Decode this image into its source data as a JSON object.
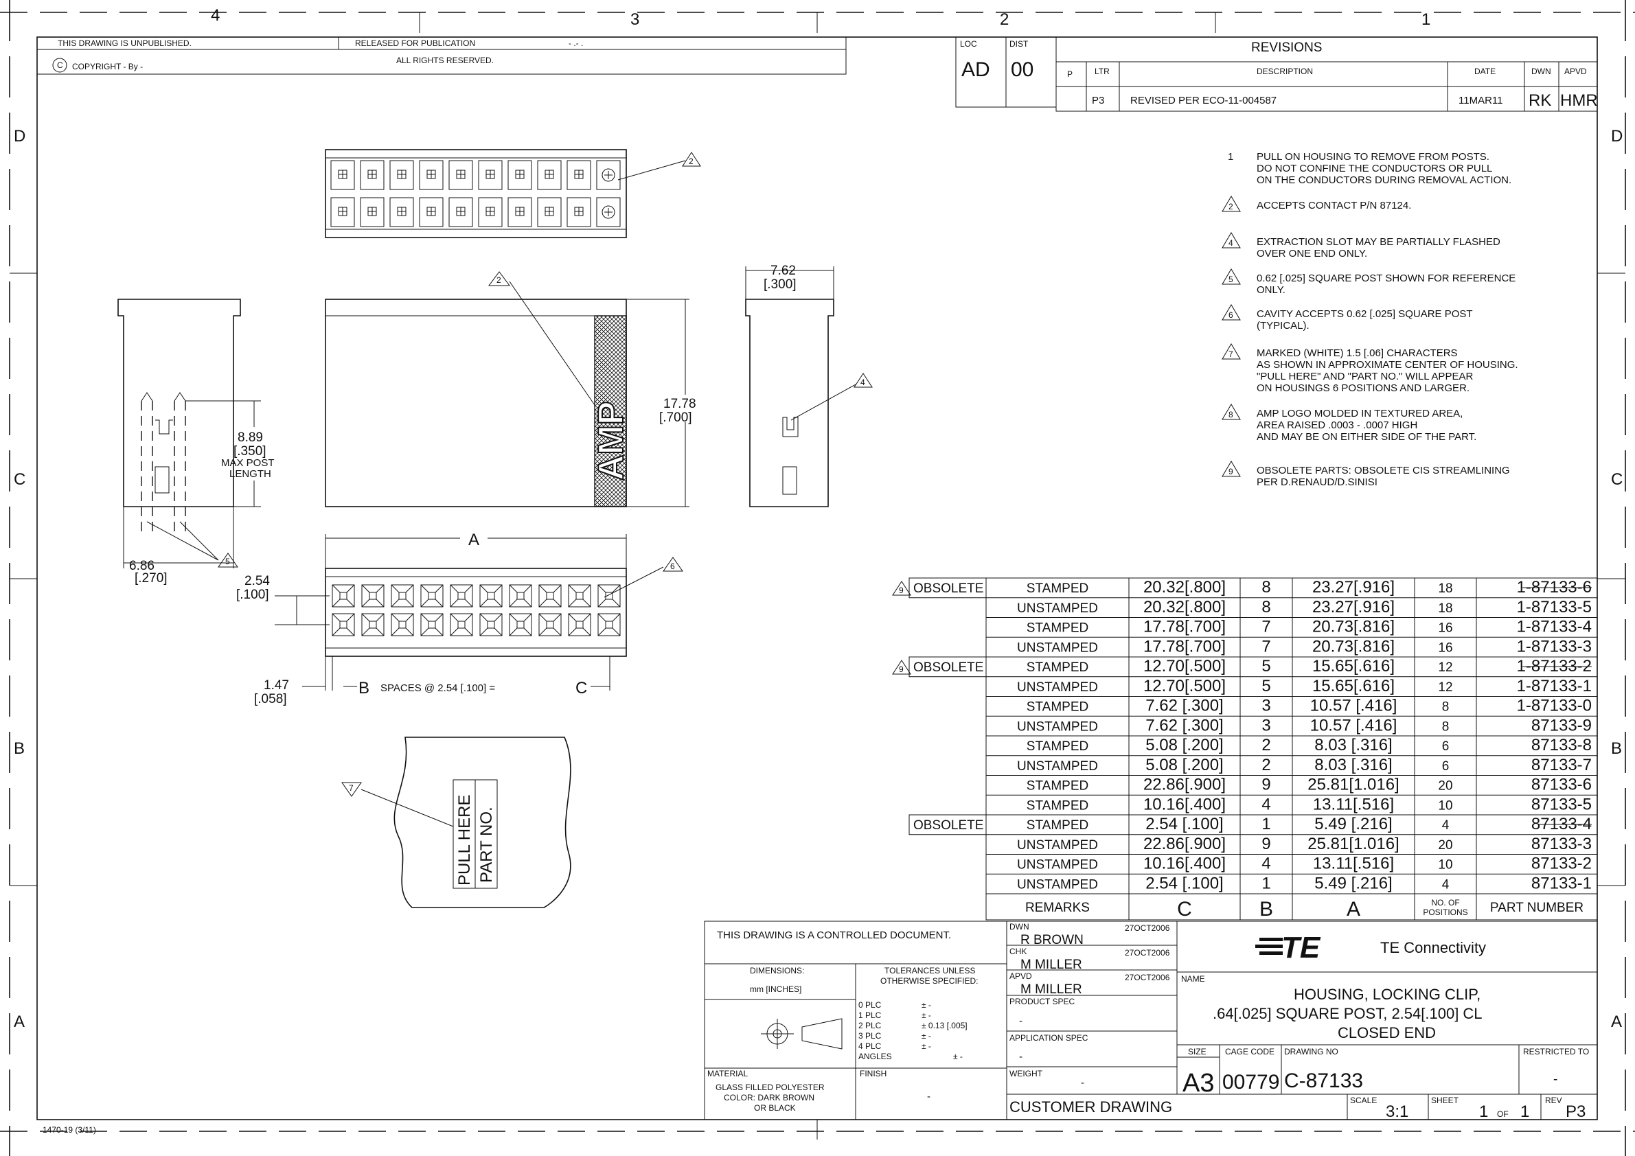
{
  "zones": {
    "top": [
      "4",
      "3",
      "2",
      "1"
    ],
    "side": [
      "D",
      "C",
      "B",
      "A"
    ]
  },
  "header": {
    "unpublished": "THIS DRAWING IS UNPUBLISHED.",
    "released": "RELEASED FOR PUBLICATION",
    "released_date": "- .-  .",
    "copyright": "COPYRIGHT  -    By  -",
    "rights": "ALL RIGHTS RESERVED.",
    "copyright_symbol": "C"
  },
  "loc_dist": {
    "loc_label": "LOC",
    "loc": "AD",
    "dist_label": "DIST",
    "dist": "00"
  },
  "revisions": {
    "title": "REVISIONS",
    "p": "P",
    "headers": {
      "ltr": "LTR",
      "desc": "DESCRIPTION",
      "date": "DATE",
      "dwn": "DWN",
      "apvd": "APVD"
    },
    "rows": [
      {
        "ltr": "P3",
        "desc": "REVISED PER ECO-11-004587",
        "date": "11MAR11",
        "dwn": "RK",
        "apvd": "HMR"
      }
    ]
  },
  "notes": [
    {
      "num": "1",
      "flag": false,
      "lines": [
        "PULL ON HOUSING TO REMOVE FROM POSTS.",
        "DO NOT CONFINE THE CONDUCTORS OR PULL",
        "ON THE CONDUCTORS DURING REMOVAL ACTION."
      ]
    },
    {
      "num": "2",
      "flag": true,
      "lines": [
        "ACCEPTS CONTACT P/N 87124."
      ]
    },
    {
      "num": "4",
      "flag": true,
      "lines": [
        "EXTRACTION SLOT MAY BE PARTIALLY FLASHED",
        "OVER ONE END ONLY."
      ]
    },
    {
      "num": "5",
      "flag": true,
      "lines": [
        "0.62 [.025] SQUARE POST SHOWN FOR REFERENCE",
        "ONLY."
      ]
    },
    {
      "num": "6",
      "flag": true,
      "lines": [
        "CAVITY ACCEPTS 0.62 [.025] SQUARE POST",
        "(TYPICAL)."
      ]
    },
    {
      "num": "7",
      "flag": true,
      "lines": [
        "MARKED (WHITE) 1.5 [.06] CHARACTERS",
        "AS SHOWN IN APPROXIMATE CENTER OF HOUSING.",
        "\"PULL HERE\" AND \"PART NO.\" WILL APPEAR",
        "ON HOUSINGS 6 POSITIONS AND LARGER."
      ]
    },
    {
      "num": "8",
      "flag": true,
      "lines": [
        "AMP LOGO MOLDED IN TEXTURED AREA,",
        "AREA RAISED .0003 - .0007 HIGH",
        "AND MAY BE ON EITHER SIDE OF THE PART."
      ]
    },
    {
      "num": "9",
      "flag": true,
      "lines": [
        "OBSOLETE PARTS: OBSOLETE CIS STREAMLINING",
        "PER D.RENAUD/D.SINISI"
      ]
    }
  ],
  "dims": {
    "w762": "7.62",
    "w762in": "[.300]",
    "h1778": "17.78",
    "h1778in": "[.700]",
    "h889": "8.89",
    "h889in": "[.350]",
    "maxpost": "MAX POST",
    "length": "LENGTH",
    "w686": "6.86",
    "w686in": "[.270]",
    "p254": "2.54",
    "p254in": "[.100]",
    "w147": "1.47",
    "w147in": "[.058]",
    "a": "A",
    "spaces_b": "B",
    "spaces_text": "SPACES  @  2.54  [.100]  =",
    "spaces_c": "C",
    "amp": "AMP",
    "pull_here": "PULL HERE",
    "part_no": "PART NO."
  },
  "flags": {
    "two": "2",
    "four": "4",
    "five": "5",
    "six": "6",
    "seven": "7"
  },
  "table": {
    "obsolete_label": "OBSOLETE",
    "rows": [
      {
        "remark": "STAMPED",
        "c": "20.32[.800]",
        "b": "8",
        "a": "23.27[.916]",
        "pos": "18",
        "pn": "1-87133-6",
        "obs": "9",
        "strike": true
      },
      {
        "remark": "UNSTAMPED",
        "c": "20.32[.800]",
        "b": "8",
        "a": "23.27[.916]",
        "pos": "18",
        "pn": "1-87133-5",
        "obs": "",
        "strike": false
      },
      {
        "remark": "STAMPED",
        "c": "17.78[.700]",
        "b": "7",
        "a": "20.73[.816]",
        "pos": "16",
        "pn": "1-87133-4",
        "obs": "",
        "strike": false
      },
      {
        "remark": "UNSTAMPED",
        "c": "17.78[.700]",
        "b": "7",
        "a": "20.73[.816]",
        "pos": "16",
        "pn": "1-87133-3",
        "obs": "",
        "strike": false
      },
      {
        "remark": "STAMPED",
        "c": "12.70[.500]",
        "b": "5",
        "a": "15.65[.616]",
        "pos": "12",
        "pn": "1-87133-2",
        "obs": "9",
        "strike": true
      },
      {
        "remark": "UNSTAMPED",
        "c": "12.70[.500]",
        "b": "5",
        "a": "15.65[.616]",
        "pos": "12",
        "pn": "1-87133-1",
        "obs": "",
        "strike": false
      },
      {
        "remark": "STAMPED",
        "c": "7.62 [.300]",
        "b": "3",
        "a": "10.57 [.416]",
        "pos": "8",
        "pn": "1-87133-0",
        "obs": "",
        "strike": false
      },
      {
        "remark": "UNSTAMPED",
        "c": "7.62 [.300]",
        "b": "3",
        "a": "10.57 [.416]",
        "pos": "8",
        "pn": "87133-9",
        "obs": "",
        "strike": false
      },
      {
        "remark": "STAMPED",
        "c": "5.08 [.200]",
        "b": "2",
        "a": "8.03 [.316]",
        "pos": "6",
        "pn": "87133-8",
        "obs": "",
        "strike": false
      },
      {
        "remark": "UNSTAMPED",
        "c": "5.08 [.200]",
        "b": "2",
        "a": "8.03 [.316]",
        "pos": "6",
        "pn": "87133-7",
        "obs": "",
        "strike": false
      },
      {
        "remark": "STAMPED",
        "c": "22.86[.900]",
        "b": "9",
        "a": "25.81[1.016]",
        "pos": "20",
        "pn": "87133-6",
        "obs": "",
        "strike": false
      },
      {
        "remark": "STAMPED",
        "c": "10.16[.400]",
        "b": "4",
        "a": "13.11[.516]",
        "pos": "10",
        "pn": "87133-5",
        "obs": "",
        "strike": false
      },
      {
        "remark": "STAMPED",
        "c": "2.54 [.100]",
        "b": "1",
        "a": "5.49 [.216]",
        "pos": "4",
        "pn": "87133-4",
        "obs": "plain",
        "strike": true
      },
      {
        "remark": "UNSTAMPED",
        "c": "22.86[.900]",
        "b": "9",
        "a": "25.81[1.016]",
        "pos": "20",
        "pn": "87133-3",
        "obs": "",
        "strike": false
      },
      {
        "remark": "UNSTAMPED",
        "c": "10.16[.400]",
        "b": "4",
        "a": "13.11[.516]",
        "pos": "10",
        "pn": "87133-2",
        "obs": "",
        "strike": false
      },
      {
        "remark": "UNSTAMPED",
        "c": "2.54 [.100]",
        "b": "1",
        "a": "5.49 [.216]",
        "pos": "4",
        "pn": "87133-1",
        "obs": "",
        "strike": false
      }
    ],
    "footer": {
      "remarks": "REMARKS",
      "c": "C",
      "b": "B",
      "a": "A",
      "pos1": "NO. OF",
      "pos2": "POSITIONS",
      "pn": "PART NUMBER"
    }
  },
  "title_block": {
    "controlled": "THIS DRAWING IS A CONTROLLED DOCUMENT.",
    "dimensions": "DIMENSIONS:",
    "units": "mm [INCHES]",
    "tol_1": "TOLERANCES UNLESS",
    "tol_2": "OTHERWISE SPECIFIED:",
    "tolerances": [
      {
        "k": "0  PLC",
        "v": "± -"
      },
      {
        "k": "1  PLC",
        "v": "± -"
      },
      {
        "k": "2  PLC",
        "v": "± 0.13  [.005]"
      },
      {
        "k": "3  PLC",
        "v": "± -"
      },
      {
        "k": "4  PLC",
        "v": "± -"
      },
      {
        "k": "ANGLES",
        "v": "± -"
      }
    ],
    "material_label": "MATERIAL",
    "material": [
      "GLASS FILLED POLYESTER",
      "COLOR: DARK BROWN",
      "OR BLACK"
    ],
    "finish_label": "FINISH",
    "finish": "-",
    "dwn_label": "DWN",
    "dwn": "R  BROWN",
    "dwn_date": "27OCT2006",
    "chk_label": "CHK",
    "chk": "M  MILLER",
    "chk_date": "27OCT2006",
    "apvd_label": "APVD",
    "apvd": "M  MILLER",
    "apvd_date": "27OCT2006",
    "product_spec_label": "PRODUCT SPEC",
    "product_spec": "-",
    "app_spec_label": "APPLICATION SPEC",
    "app_spec": "-",
    "weight_label": "WEIGHT",
    "weight": "-",
    "customer": "CUSTOMER  DRAWING",
    "logo": "TE",
    "company": "TE  Connectivity",
    "name_label": "NAME",
    "name": [
      "HOUSING,  LOCKING  CLIP,",
      ".64[.025]  SQUARE  POST,  2.54[.100]  CL",
      "CLOSED  END"
    ],
    "size_label": "SIZE",
    "size": "A3",
    "cage_label": "CAGE CODE",
    "cage": "00779",
    "drawing_no_label": "DRAWING NO",
    "drawing_no": "C-87133",
    "restricted_label": "RESTRICTED TO",
    "restricted": "-",
    "scale_label": "SCALE",
    "scale": "3:1",
    "sheet_label": "SHEET",
    "sheet": "1",
    "of": "OF",
    "sheets": "1",
    "rev_label": "REV",
    "rev": "P3"
  },
  "form_no": "1470-19   (3/11)"
}
